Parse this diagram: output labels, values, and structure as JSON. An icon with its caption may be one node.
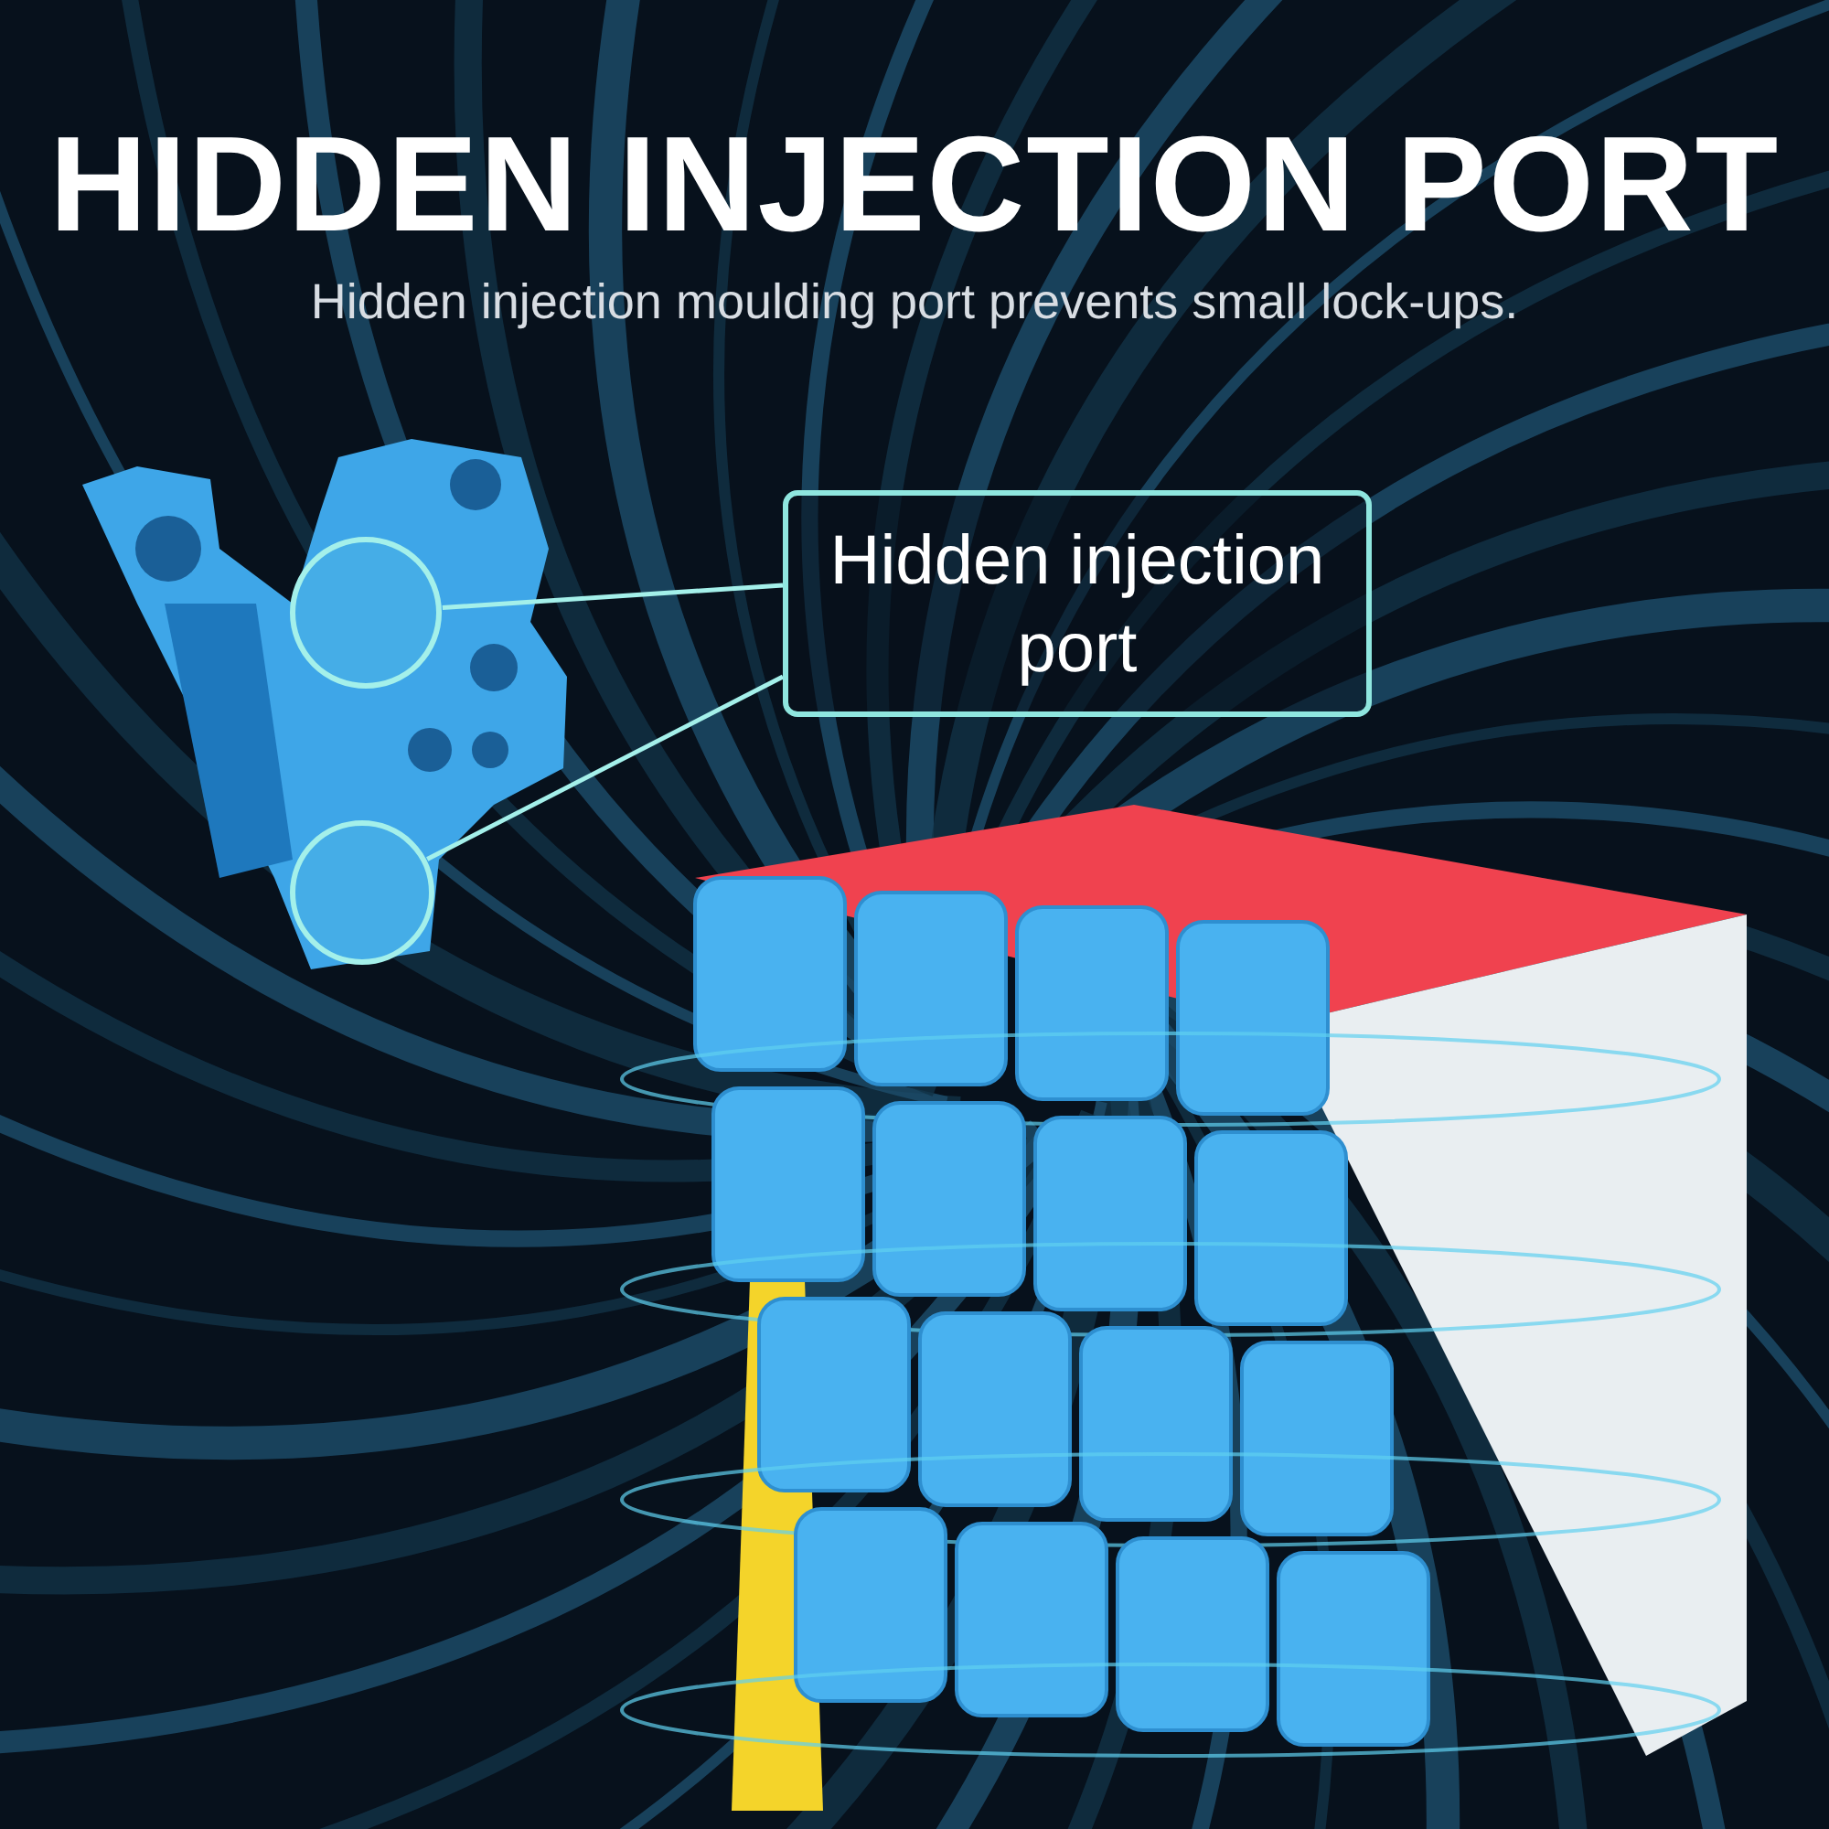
{
  "diagram": {
    "title": "HIDDEN INJECTION PORT",
    "nodes": [
      {
        "text": [
          "Hidden injection port"
        ]
      },
      {
        "text": [],
        "shape": "circle"
      },
      {
        "text": [],
        "shape": "circle"
      }
    ],
    "edges": [
      {
        "from": 0,
        "to": 1,
        "arrow": "none"
      },
      {
        "from": 0,
        "to": 2,
        "arrow": "none"
      }
    ],
    "labels": [
      "Hidden injection moulding port prevents small lock-ups."
    ]
  }
}
